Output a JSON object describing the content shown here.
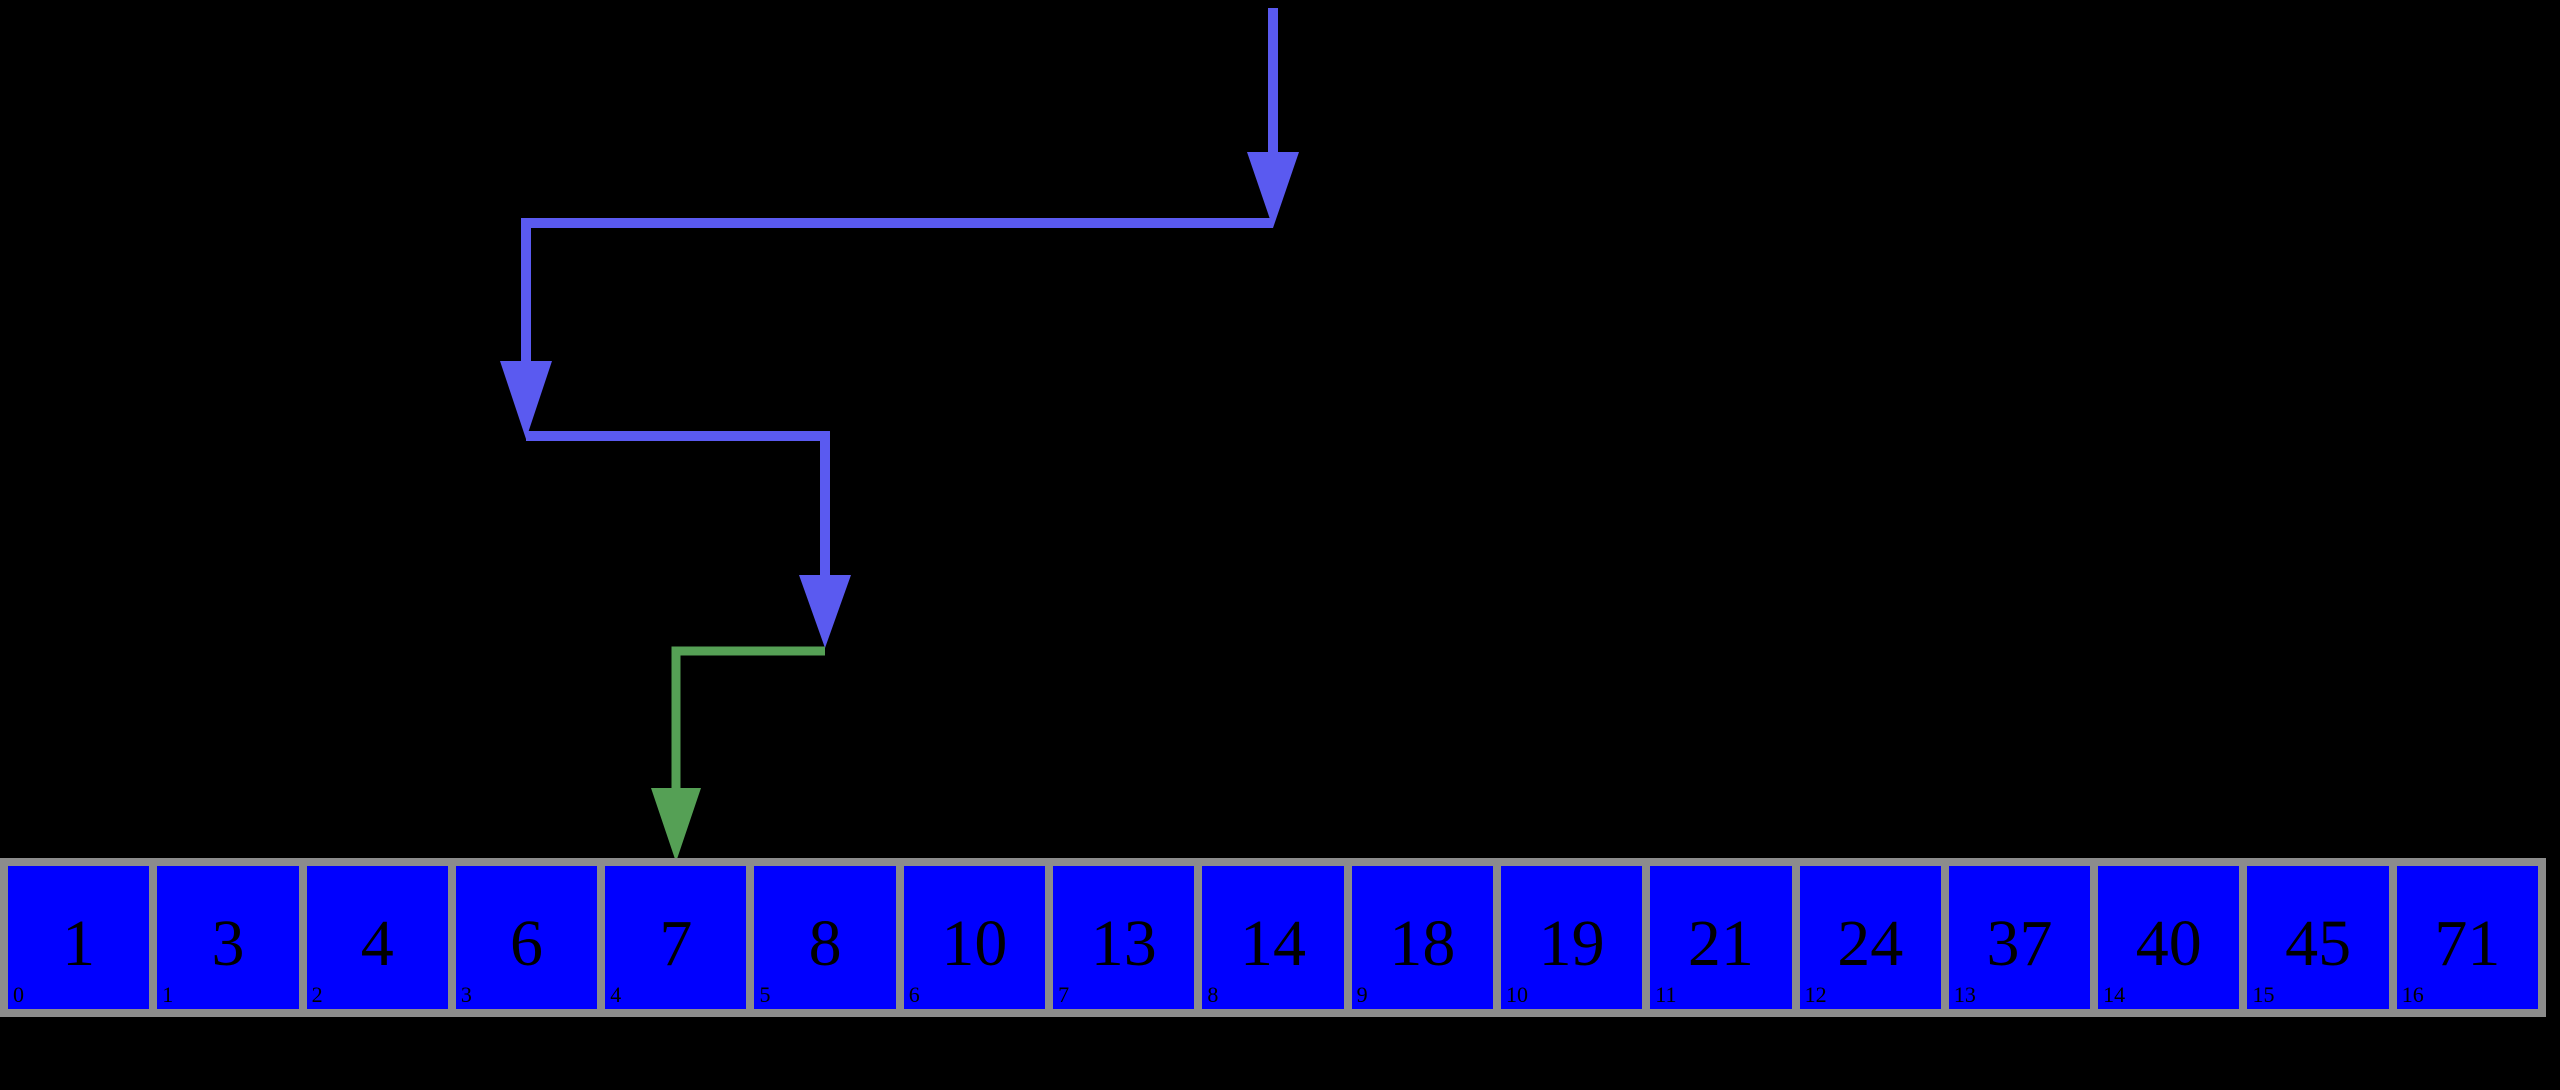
{
  "colors": {
    "background": "#000000",
    "cell_fill": "#0000ff",
    "cell_border": "#8c8c8c",
    "arrow_blue": "#5a5af0",
    "arrow_green": "#55a055",
    "text": "#000000"
  },
  "arrows": {
    "probes_point_to_indices": [
      8,
      3,
      5
    ],
    "found_points_to_index": 4
  },
  "array": {
    "cells": [
      {
        "value": "1",
        "index": "0"
      },
      {
        "value": "3",
        "index": "1"
      },
      {
        "value": "4",
        "index": "2"
      },
      {
        "value": "6",
        "index": "3"
      },
      {
        "value": "7",
        "index": "4"
      },
      {
        "value": "8",
        "index": "5"
      },
      {
        "value": "10",
        "index": "6"
      },
      {
        "value": "13",
        "index": "7"
      },
      {
        "value": "14",
        "index": "8"
      },
      {
        "value": "18",
        "index": "9"
      },
      {
        "value": "19",
        "index": "10"
      },
      {
        "value": "21",
        "index": "11"
      },
      {
        "value": "24",
        "index": "12"
      },
      {
        "value": "37",
        "index": "13"
      },
      {
        "value": "40",
        "index": "14"
      },
      {
        "value": "45",
        "index": "15"
      },
      {
        "value": "71",
        "index": "16"
      }
    ]
  }
}
